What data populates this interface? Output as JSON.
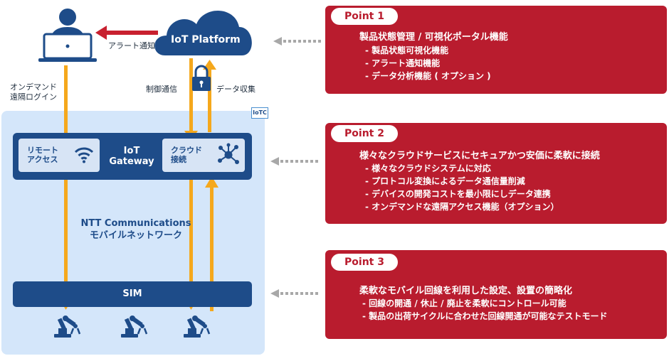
{
  "diagram": {
    "cloud_label": "IoT Platform",
    "alert_label": "アラート通知",
    "ondemand_label": [
      "オンデマンド",
      "遠隔ログイン"
    ],
    "control_label": "制御通信",
    "data_collect_label": "データ収集",
    "iotc_badge": "IoTC",
    "gateway": {
      "remote_label": [
        "リモート",
        "アクセス"
      ],
      "title": [
        "IoT",
        "Gateway"
      ],
      "cloud_conn_label": [
        "クラウド",
        "接続"
      ]
    },
    "network_label": [
      "NTT Communications",
      "モバイルネットワーク"
    ],
    "sim_label": "SIM",
    "colors": {
      "navy": "#1e4c89",
      "light_blue": "#d4e6fa",
      "orange": "#f5a81c",
      "red": "#b91c2e",
      "arrow_red": "#c8202f"
    }
  },
  "points": [
    {
      "label": "Point 1",
      "title": "製品状態管理 / 可視化ポータル機能",
      "bullets": [
        "- 製品状態可視化機能",
        "- アラート通知機能",
        "- データ分析機能 ( オプション )"
      ]
    },
    {
      "label": "Point 2",
      "title": "様々なクラウドサービスにセキュアかつ安価に柔軟に接続",
      "bullets": [
        "- 様々なクラウドシステムに対応",
        "- プロトコル変換によるデータ通信量削減",
        "- デバイスの開発コストを最小限にしデータ連携",
        "- オンデマンドな遠隔アクセス機能（オプション）"
      ]
    },
    {
      "label": "Point 3",
      "title": "柔軟なモバイル回線を利用した設定、設置の簡略化",
      "bullets": [
        "-  回線の開通 / 休止 / 廃止を柔軟にコントロール可能",
        "-  製品の出荷サイクルに合わせた回線開通が可能なテストモード"
      ]
    }
  ]
}
